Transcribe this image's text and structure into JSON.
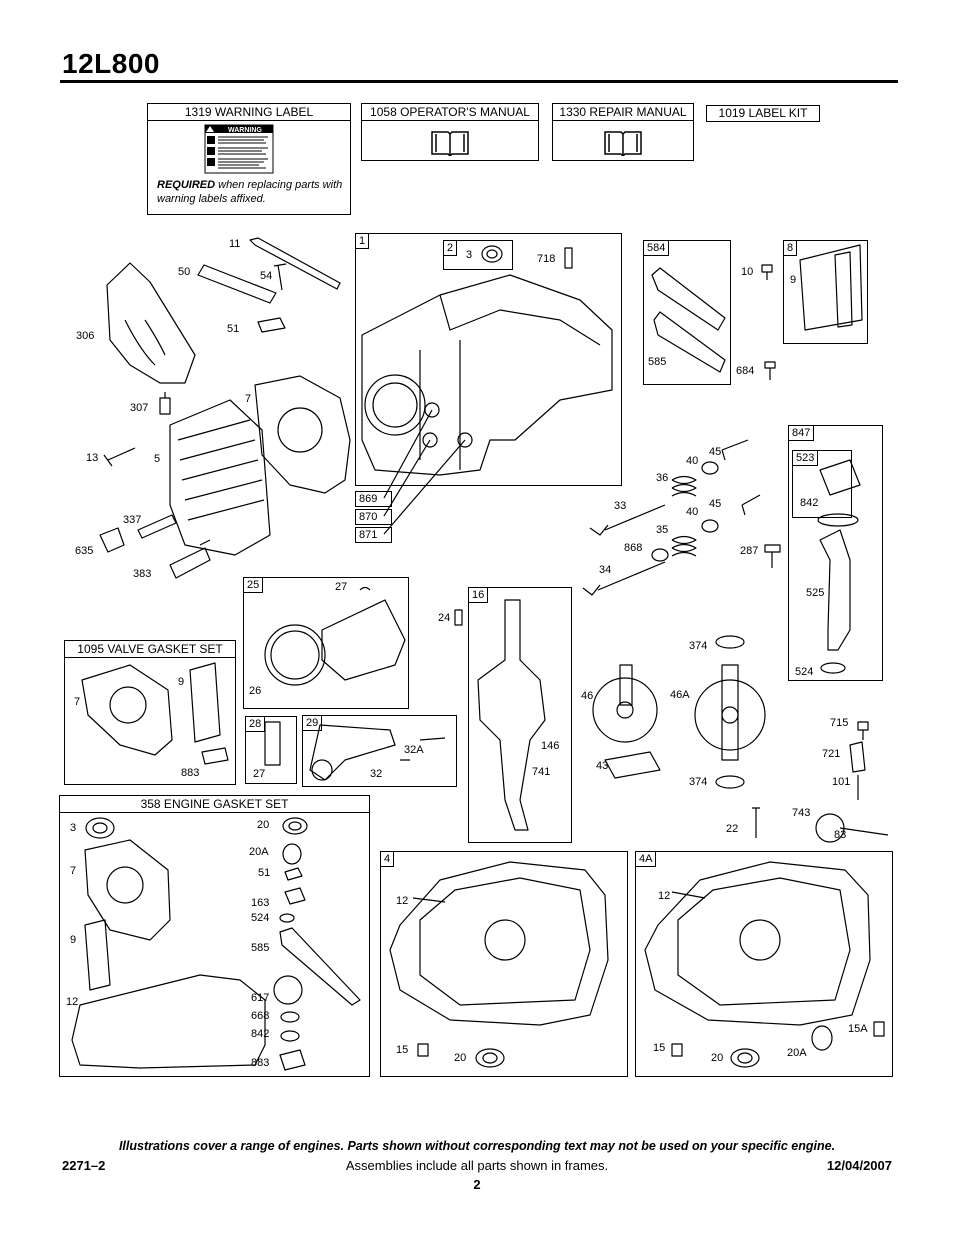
{
  "header": {
    "model": "12L800"
  },
  "kits": {
    "warning_label": "1319 WARNING LABEL",
    "warning_word": "WARNING",
    "required_bold": "REQUIRED",
    "required_rest": " when replacing parts with warning labels affixed.",
    "operators_manual": "1058 OPERATOR'S MANUAL",
    "repair_manual": "1330 REPAIR MANUAL",
    "label_kit": "1019 LABEL KIT",
    "valve_gasket_set": "1095 VALVE GASKET SET",
    "engine_gasket_set": "358 ENGINE GASKET SET"
  },
  "icons": {
    "manual": "open-book-icon",
    "warning": "warning-label-icon"
  },
  "frame_tags": [
    "1",
    "2",
    "584",
    "8",
    "847",
    "523",
    "25",
    "28",
    "29",
    "16",
    "4",
    "4A",
    "869",
    "870",
    "871"
  ],
  "callouts": {
    "c11": "11",
    "c50": "50",
    "c54": "54",
    "c51": "51",
    "c306": "306",
    "c307": "307",
    "c7": "7",
    "c13": "13",
    "c5": "5",
    "c337": "337",
    "c635": "635",
    "c383": "383",
    "c3": "3",
    "c718": "718",
    "c585": "585",
    "c10": "10",
    "c9": "9",
    "c684": "684",
    "c842": "842",
    "c525": "525",
    "c524": "524",
    "c36": "36",
    "c40a": "40",
    "c45a": "45",
    "c33": "33",
    "c40b": "40",
    "c45b": "45",
    "c35": "35",
    "c868": "868",
    "c287": "287",
    "c34": "34",
    "c27a": "27",
    "c26": "26",
    "c24": "24",
    "v7": "7",
    "v9": "9",
    "v883": "883",
    "c27b": "27",
    "c32a": "32A",
    "c32": "32",
    "c146": "146",
    "c741": "741",
    "c374a": "374",
    "c46": "46",
    "c46a": "46A",
    "c43": "43",
    "c374b": "374",
    "c715": "715",
    "c721": "721",
    "c101": "101",
    "c743": "743",
    "c83": "83",
    "c22": "22",
    "g3": "3",
    "g7": "7",
    "g9": "9",
    "g12": "12",
    "g20": "20",
    "g20a": "20A",
    "g51": "51",
    "g163": "163",
    "g524": "524",
    "g585": "585",
    "g617": "617",
    "g668": "668",
    "g842": "842",
    "g883": "883",
    "s12": "12",
    "s15": "15",
    "s20": "20",
    "t12": "12",
    "t15": "15",
    "t20": "20",
    "t20a": "20A",
    "t15a": "15A"
  },
  "footer": {
    "disclaimer": "Illustrations cover a range of engines. Parts shown without corresponding text may not be used on your specific engine.",
    "code": "2271–2",
    "note": "Assemblies include all parts shown in frames.",
    "date": "12/04/2007",
    "page": "2"
  }
}
